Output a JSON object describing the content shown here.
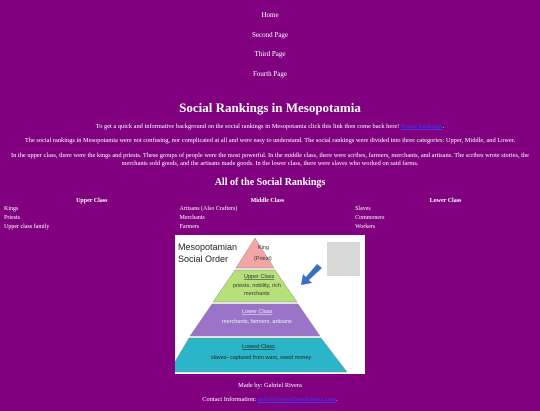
{
  "nav": {
    "items": [
      "Home",
      "Second Page",
      "Third Page",
      "Fourth Page"
    ]
  },
  "title": "Social Rankings in Mesopotamia",
  "intro": {
    "text_before": "To get a quick and informative background on the social rankings in Mesopotamia click this link then come back here!",
    "link_text": "Social Rankings",
    "text_after": "."
  },
  "paragraph2": "The social rankings in Mesopotamia were not confusing, nor complicated at all and were easy to understand. The social rankings were divided into three categories: Upper, Middle, and Lower.",
  "paragraph3": "In the upper class, there were the kings and priests. These groups of people were the most powerful. In the middle class, there were scribes, farmers, merchants, and artisans. The scribes wrote stories, the merchants sold goods, and the artisans made goods. In the lower class, there were slaves who worked on said farms.",
  "section_title": "All of the Social Rankings",
  "table": {
    "headers": [
      "Upper Class",
      "Middle Class",
      "Lower Class"
    ],
    "rows": [
      [
        "Kings",
        "Artisans (Also Crafters)",
        "Slaves"
      ],
      [
        "Priests",
        "Merchants",
        "Commoners"
      ],
      [
        "Upper class family",
        "Farmers",
        "Workers"
      ]
    ]
  },
  "pyramid": {
    "title_line1": "Mesopotamian",
    "title_line2": "Social Order",
    "top_label": "King",
    "top_sub": "(Priest)",
    "upper_label": "Upper Class",
    "upper_sub1": "priests, nobility, rich",
    "upper_sub2": "merchants",
    "lower_label": "Lower Class",
    "lower_sub": "merchants, farmers, artisans",
    "lowest_label": "Lowest Class",
    "lowest_sub": "slaves- captured from wars, owed money",
    "colors": {
      "top": "#f4a6a6",
      "upper": "#b6e07a",
      "lower": "#9b74c9",
      "lowest": "#2bb5c8",
      "arrow": "#3b6fc2",
      "box": "#d8d8d8"
    }
  },
  "footer": {
    "credit": "Made by: Gabriel Rivera",
    "contact_label": "Contact Information:",
    "contact_link": "gabrielrivera@mydomain.com",
    "contact_after": "."
  }
}
